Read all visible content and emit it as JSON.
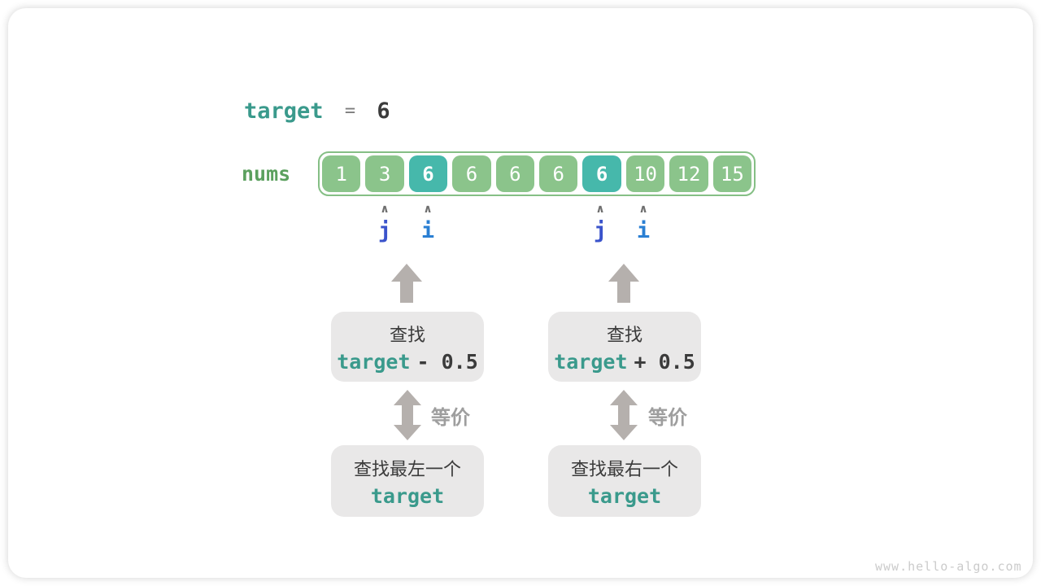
{
  "header": {
    "target_label": "target",
    "equals_sign": "=",
    "target_value": "6"
  },
  "array": {
    "label": "nums",
    "cells": [
      {
        "value": "1",
        "highlight": false
      },
      {
        "value": "3",
        "highlight": false
      },
      {
        "value": "6",
        "highlight": true
      },
      {
        "value": "6",
        "highlight": false
      },
      {
        "value": "6",
        "highlight": false
      },
      {
        "value": "6",
        "highlight": false
      },
      {
        "value": "6",
        "highlight": true
      },
      {
        "value": "10",
        "highlight": false
      },
      {
        "value": "12",
        "highlight": false
      },
      {
        "value": "15",
        "highlight": false
      }
    ]
  },
  "pointers": [
    {
      "label": "j",
      "caret": "∧",
      "cell_index": 1,
      "color": "#3a53cb"
    },
    {
      "label": "i",
      "caret": "∧",
      "cell_index": 2,
      "color": "#2a7fd3"
    },
    {
      "label": "j",
      "caret": "∧",
      "cell_index": 6,
      "color": "#3a53cb"
    },
    {
      "label": "i",
      "caret": "∧",
      "cell_index": 7,
      "color": "#2a7fd3"
    }
  ],
  "left_flow": {
    "search_line1": "查找",
    "search_code": "target",
    "search_op": "- 0.5",
    "equiv_label": "等价",
    "result_line1": "查找最左一个",
    "result_code": "target"
  },
  "right_flow": {
    "search_line1": "查找",
    "search_code": "target",
    "search_op": "+ 0.5",
    "equiv_label": "等价",
    "result_line1": "查找最右一个",
    "result_code": "target"
  },
  "watermark": "www.hello-algo.com",
  "colors": {
    "cell_green": "#8bc48b",
    "cell_teal": "#46b8ab",
    "array_border_green": "#85bf85",
    "nums_label_green": "#5ba05e",
    "code_teal": "#3a9a8c",
    "pointer_j_blue": "#3a53cb",
    "pointer_i_blue": "#2a7fd3",
    "arrow_gray": "#b5b0ad",
    "box_gray": "#e9e8e8",
    "text_dark": "#3b3b3b",
    "equiv_gray": "#9e9e9e"
  }
}
